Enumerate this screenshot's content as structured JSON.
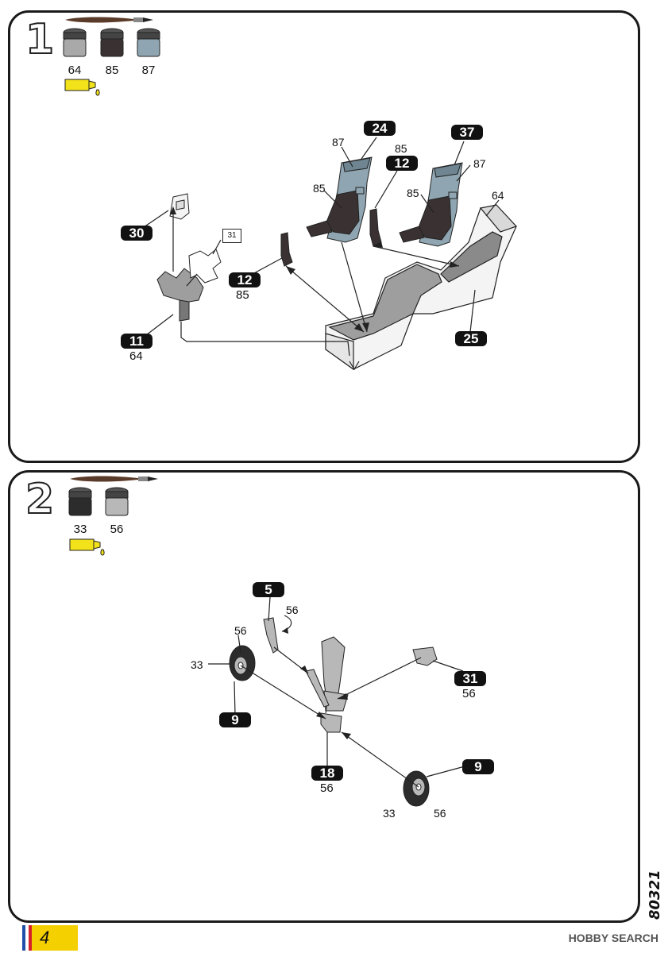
{
  "page": {
    "number": "4",
    "product_code": "80321",
    "watermark": "HOBBY SEARCH"
  },
  "colors": {
    "paint_64": "#a9a9a9",
    "paint_85": "#3a3232",
    "paint_87": "#8fa6b2",
    "paint_33": "#2c2c2c",
    "paint_56": "#b8b8b8",
    "glue_yellow": "#f2e21a",
    "label_black": "#111111"
  },
  "step1": {
    "number": "1",
    "paints": [
      "64",
      "85",
      "87"
    ],
    "parts": {
      "p24": "24",
      "p37": "37",
      "p12a": "12",
      "p12b": "12",
      "p30": "30",
      "p11": "11",
      "p25": "25",
      "p31": "31"
    },
    "callouts": {
      "c87a": "87",
      "c85a": "85",
      "c85top": "85",
      "c87b": "87",
      "c85b": "85",
      "c64": "64",
      "c85c": "85",
      "c64b": "64"
    }
  },
  "step2": {
    "number": "2",
    "paints": [
      "33",
      "56"
    ],
    "parts": {
      "p5": "5",
      "p31": "31",
      "p9a": "9",
      "p18": "18",
      "p9b": "9"
    },
    "callouts": {
      "c56top": "56",
      "c56left": "56",
      "c33left": "33",
      "c56r": "56",
      "c56b": "56",
      "c33b": "33",
      "c56c": "56"
    }
  }
}
